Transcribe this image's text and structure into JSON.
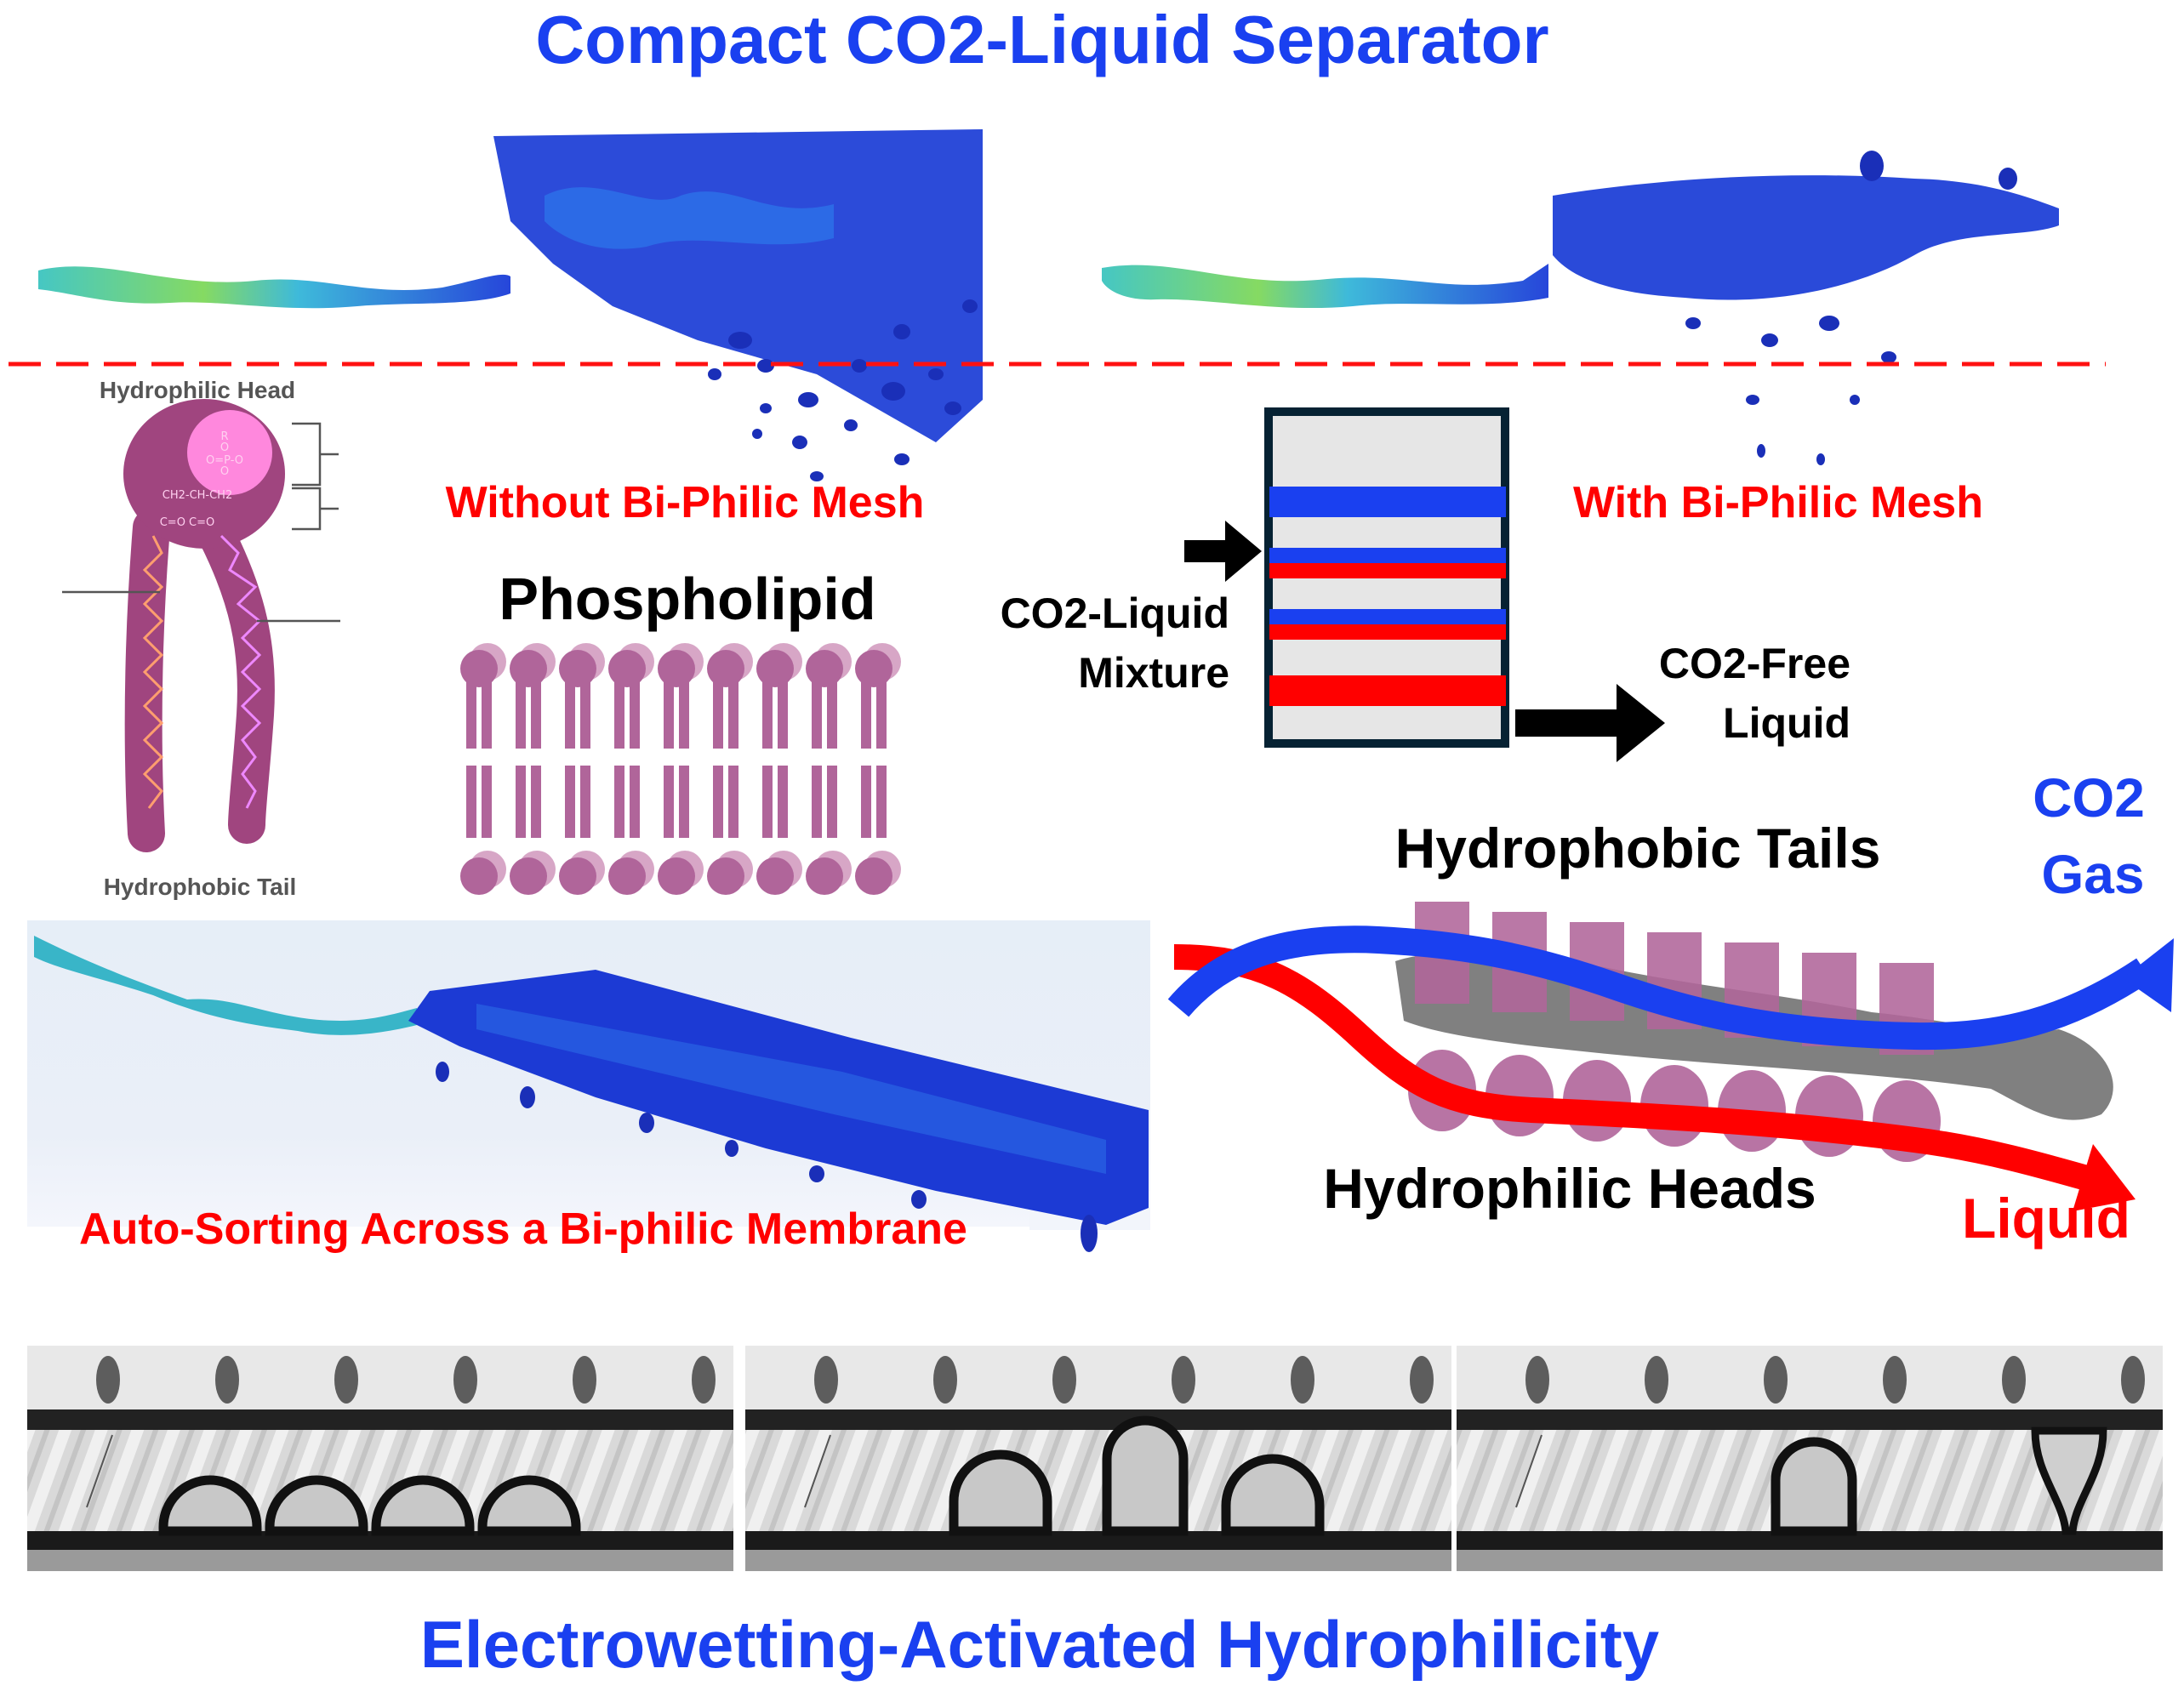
{
  "title": "Compact CO2-Liquid Separator",
  "colors": {
    "blue": "#1a40f0",
    "red": "#ff0000",
    "black": "#000000",
    "lipid": "#a0457f",
    "lipid_light": "#b0659a",
    "head_pink": "#ff88dd",
    "grey_label": "#555555",
    "box_border": "#062233",
    "box_fill": "#e6e6e6"
  },
  "top_panels": {
    "left_label": "Without Bi-Philic Mesh",
    "right_label": "With Bi-Philic Mesh"
  },
  "molecule": {
    "head_label": "Hydrophilic Head",
    "tail_label": "Hydrophobic Tail",
    "formula_phosphate": [
      "R",
      "O",
      "O=P-O",
      "O"
    ],
    "formula_glycerol": "CH2-CH-CH2",
    "formula_ester": "C=O  C=O"
  },
  "bilayer": {
    "label": "Phospholipid",
    "count": 9
  },
  "separator_box": {
    "inlet_label_line1": "CO2-Liquid",
    "inlet_label_line2": "Mixture",
    "outlet_label_line1": "CO2-Free",
    "outlet_label_line2": "Liquid",
    "mesh_layers": [
      "blue",
      "blue-red",
      "blue-red",
      "red"
    ]
  },
  "membrane_sim": {
    "caption": "Auto-Sorting Across a Bi-philic Membrane"
  },
  "flow_diagram": {
    "top_label": "Hydrophobic Tails",
    "bottom_label": "Hydrophilic Heads",
    "gas_label_line1": "CO2",
    "gas_label_line2": "Gas",
    "liquid_label": "Liquid",
    "tail_count": 7,
    "head_count": 7
  },
  "microscopy": {
    "panels": [
      {
        "droplets": 4
      },
      {
        "droplets": 3
      },
      {
        "droplets": 2
      }
    ],
    "caption": "Electrowetting-Activated Hydrophilicity"
  }
}
